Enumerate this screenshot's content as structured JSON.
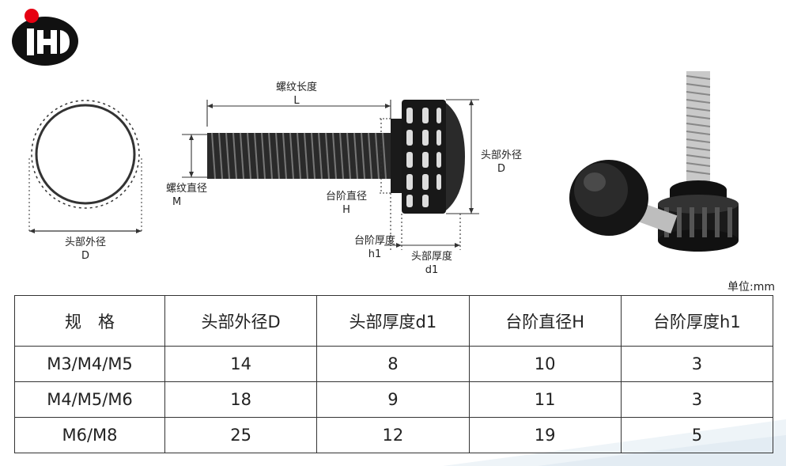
{
  "diagram": {
    "top_head_diameter": {
      "name": "头部外径",
      "symbol": "D"
    },
    "thread_length": {
      "name": "螺纹长度",
      "symbol": "L"
    },
    "thread_diameter": {
      "name": "螺纹直径",
      "symbol": "M"
    },
    "step_diameter": {
      "name": "台阶直径",
      "symbol": "H"
    },
    "head_diameter_side": {
      "name": "头部外径",
      "symbol": "D"
    },
    "step_thickness": {
      "name": "台阶厚度",
      "symbol": "h1"
    },
    "head_thickness": {
      "name": "头部厚度",
      "symbol": "d1"
    }
  },
  "unit_label": "单位:mm",
  "table": {
    "headers": [
      "规　格",
      "头部外径D",
      "头部厚度d1",
      "台阶直径H",
      "台阶厚度h1"
    ],
    "rows": [
      [
        "M3/M4/M5",
        "14",
        "8",
        "10",
        "3"
      ],
      [
        "M4/M5/M6",
        "18",
        "9",
        "11",
        "3"
      ],
      [
        "M6/M8",
        "25",
        "12",
        "19",
        "5"
      ]
    ]
  },
  "colors": {
    "logo_red": "#e60012",
    "logo_black": "#111111",
    "line": "#333333"
  }
}
